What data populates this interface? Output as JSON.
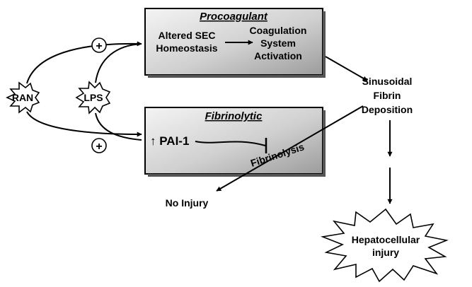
{
  "procoagulant_box": {
    "title": "Procoagulant",
    "left_label": [
      "Altered SEC",
      "Homeostasis"
    ],
    "right_label": [
      "Coagulation",
      "System",
      "Activation"
    ]
  },
  "fibrinolytic_box": {
    "title": "Fibrinolytic",
    "pai_label": "↑ PAI-1",
    "fibrinolysis_label": "Fibrinolysis"
  },
  "stars": {
    "ran": "RAN",
    "lps": "LPS",
    "hepatocellular": [
      "Hepatocellular",
      "injury"
    ]
  },
  "plus_symbol": "+",
  "sinusoidal_label": [
    "Sinusoidal",
    "Fibrin",
    "Deposition"
  ],
  "no_injury_label": "No Injury",
  "colors": {
    "box_gradient_light": "#f2f2f2",
    "box_gradient_dark": "#a6a6a6",
    "line": "#000000"
  }
}
